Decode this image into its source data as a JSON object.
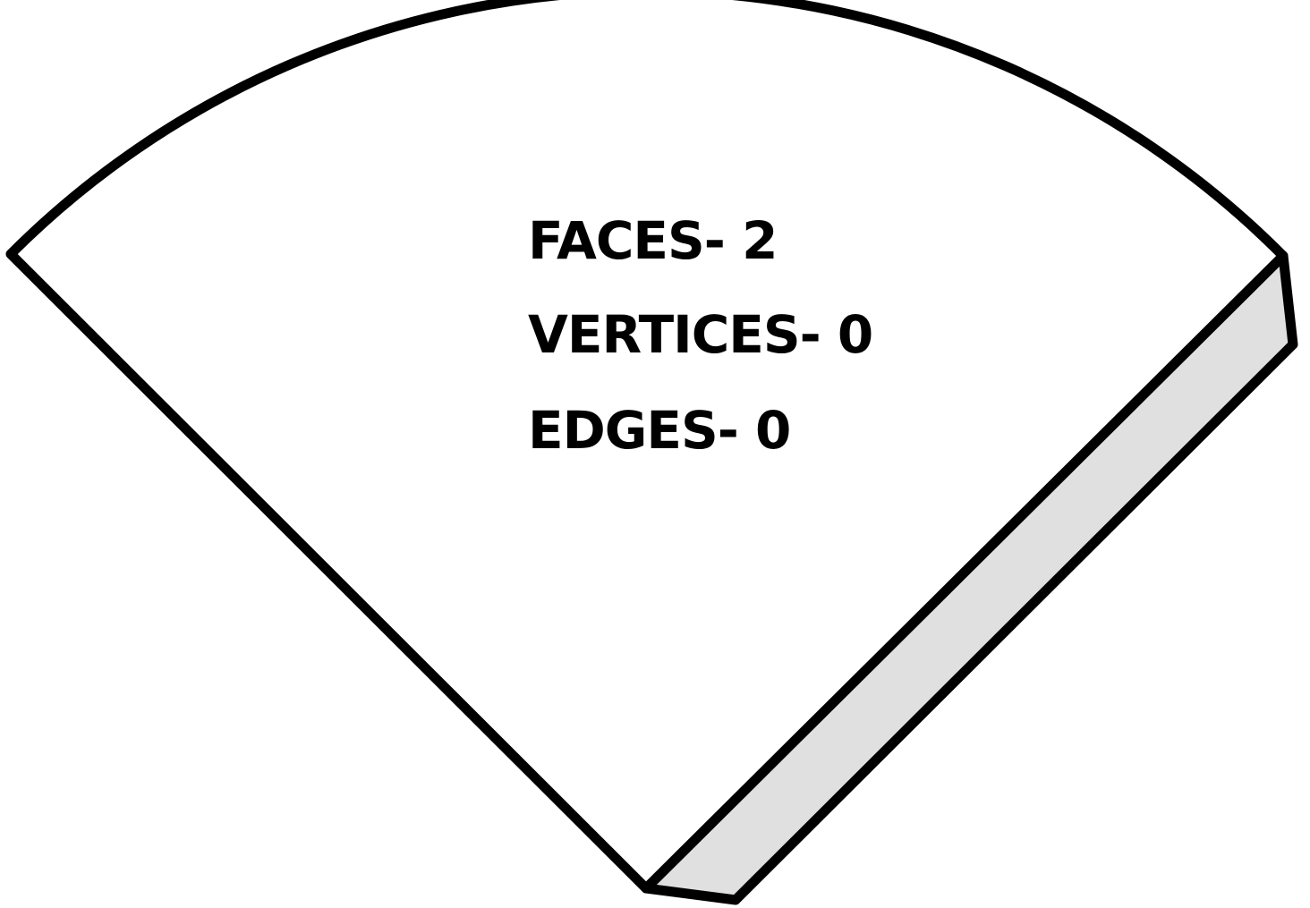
{
  "diagram": {
    "properties": [
      {
        "text": "FACES- 2"
      },
      {
        "text": "VERTICES- 0"
      },
      {
        "text": "EDGES- 0"
      }
    ],
    "colors": {
      "outline": "#000000",
      "top_face": "#ffffff",
      "side_face": "#e0e0e0"
    }
  }
}
